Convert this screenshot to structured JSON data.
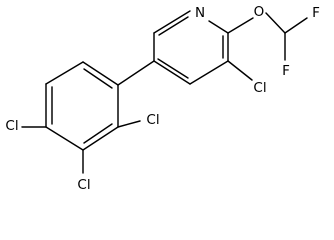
{
  "atoms": {
    "pyridine_n": "N",
    "ether_o": "O",
    "f_top": "F",
    "f_bottom": "F",
    "cl_pyridine": "Cl",
    "cl_ortho": "Cl",
    "cl_meta": "Cl",
    "cl_para": "Cl"
  }
}
